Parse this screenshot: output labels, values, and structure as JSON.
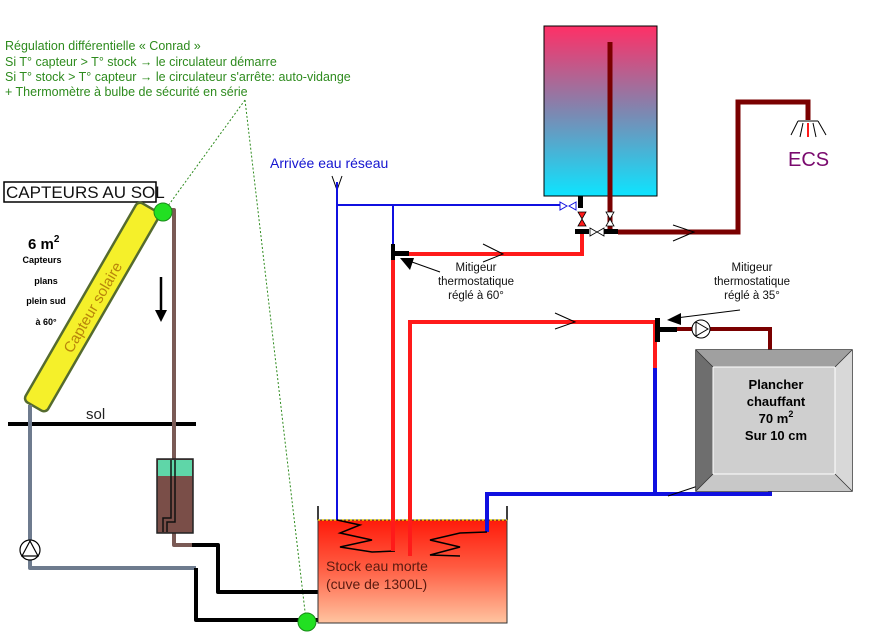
{
  "regulation_note": {
    "lines": [
      "Régulation différentielle « Conrad »",
      "Si T° capteur > T° stock → le circulateur démarre",
      "Si T° stock > T° capteur → le circulateur s'arrête: auto-vidange",
      "+ Thermomètre à bulbe de sécurité en série"
    ],
    "color": "#2e8b1e"
  },
  "collector": {
    "section_title": "CAPTEURS AU SOL",
    "panel_label": "Capteur solaire",
    "area": "6 m",
    "area_sup": "2",
    "desc_lines": [
      "Capteurs",
      "plans",
      "plein sud",
      "à 60°"
    ],
    "ground_label": "sol",
    "panel_color": "#f5f02a"
  },
  "water_inlet": {
    "label": "Arrivée eau réseau",
    "color": "#1515d0"
  },
  "mixer_60": {
    "lines": [
      "Mitigeur",
      "thermostatique",
      "réglé à 60°"
    ]
  },
  "mixer_35": {
    "lines": [
      "Mitigeur",
      "thermostatique",
      "réglé à 35°"
    ]
  },
  "ecs": {
    "label": "ECS",
    "color": "#7a0a6e"
  },
  "floor_heating": {
    "lines": [
      "Plancher",
      "chauffant",
      "70 m",
      "Sur 10 cm"
    ],
    "area_sup": "2"
  },
  "storage_tank": {
    "lines": [
      "Stock eau morte",
      "(cuve de 1300L)"
    ]
  },
  "colors": {
    "hot": "#ff1a1a",
    "cold": "#1010e0",
    "dhw": "#7a0000",
    "solar_loop": "#6e7b8e",
    "solar_return": "#7a5a55",
    "sensor": "#22e022"
  }
}
